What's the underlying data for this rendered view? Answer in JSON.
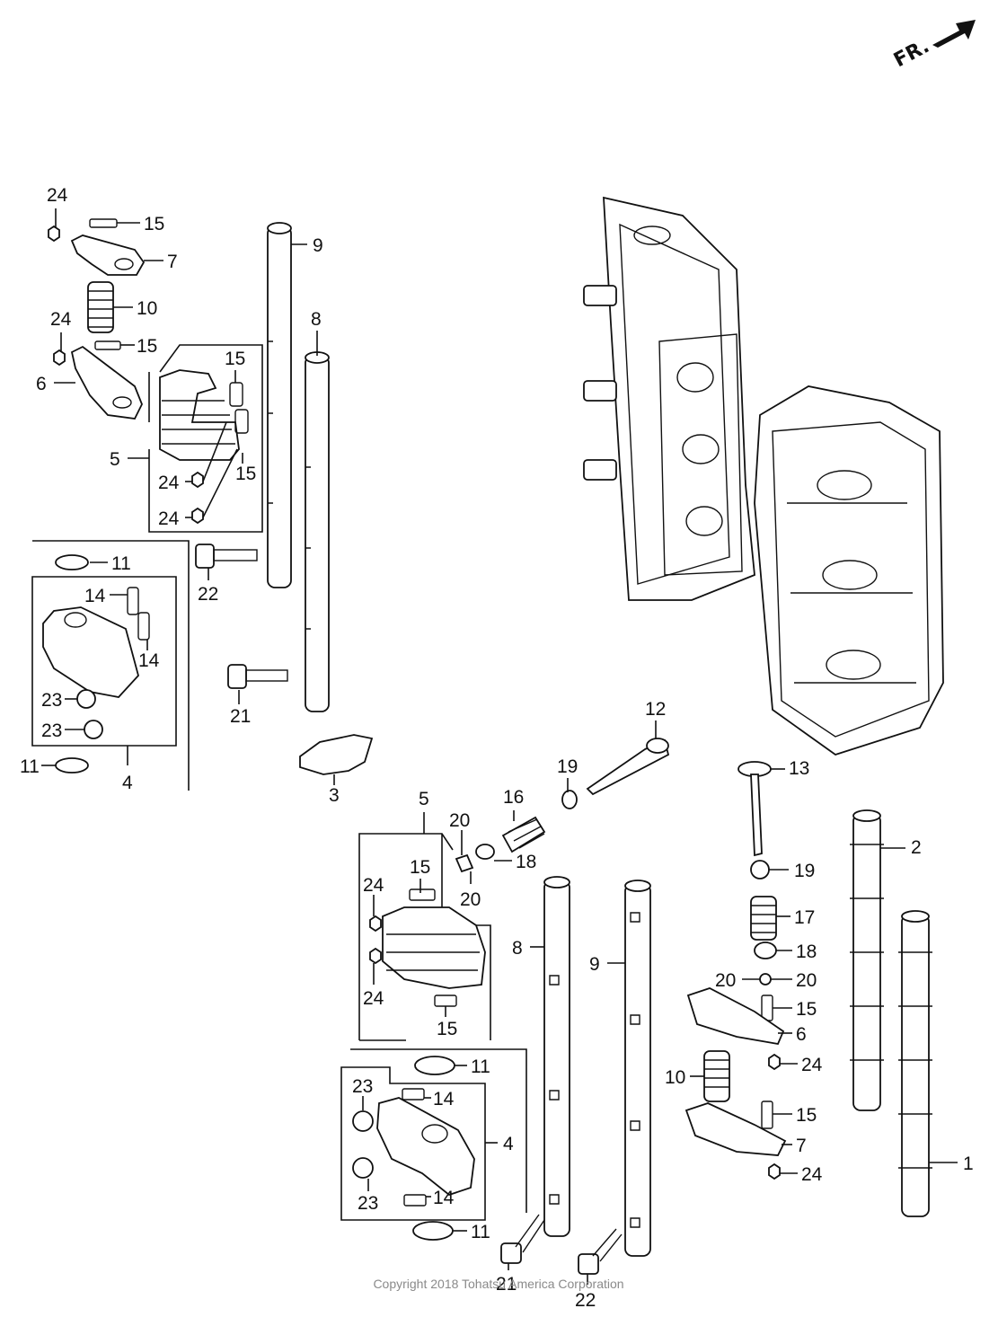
{
  "direction_label": "FR.",
  "copyright": "Copyright 2018 Tohatsu America Corporation",
  "labels": [
    "24",
    "15",
    "7",
    "10",
    "24",
    "15",
    "6",
    "15",
    "5",
    "24",
    "15",
    "24",
    "9",
    "8",
    "11",
    "22",
    "14",
    "14",
    "23",
    "23",
    "11",
    "4",
    "21",
    "3",
    "12",
    "13",
    "2",
    "19",
    "5",
    "16",
    "20",
    "18",
    "20",
    "15",
    "24",
    "24",
    "15",
    "19",
    "17",
    "18",
    "20",
    "20",
    "15",
    "6",
    "8",
    "9",
    "10",
    "24",
    "15",
    "7",
    "24",
    "11",
    "23",
    "14",
    "4",
    "23",
    "14",
    "11",
    "1",
    "21",
    "22"
  ],
  "colors": {
    "line": "#111111",
    "background": "#ffffff",
    "copyright": "#8a8a8a"
  }
}
